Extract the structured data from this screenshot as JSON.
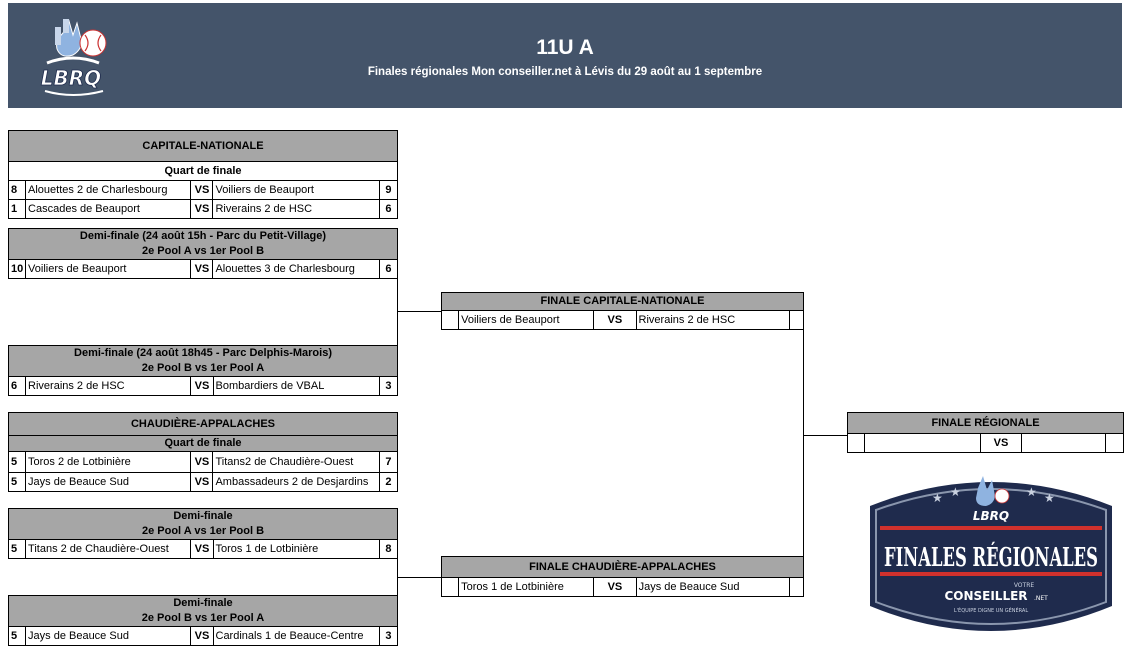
{
  "header": {
    "title": "11U A",
    "subtitle": "Finales régionales Mon conseiller.net à Lévis du 29 août au 1 septembre",
    "logo_text": "LBRQ"
  },
  "capitale": {
    "title": "CAPITALE-NATIONALE",
    "qf_label": "Quart de finale",
    "qf": [
      {
        "seed1": "8",
        "team1": "Alouettes 2 de Charlesbourg",
        "vs": "VS",
        "team2": "Voiliers de Beauport",
        "seed2": "9"
      },
      {
        "seed1": "1",
        "team1": "Cascades de Beauport",
        "vs": "VS",
        "team2": "Riverains 2 de HSC",
        "seed2": "6"
      }
    ],
    "sf1": {
      "line1": "Demi-finale (24 août 15h - Parc du Petit-Village)",
      "line2": "2e Pool A vs 1er Pool B",
      "seed1": "10",
      "team1": "Voiliers de Beauport",
      "vs": "VS",
      "team2": "Alouettes 3 de Charlesbourg",
      "seed2": "6"
    },
    "sf2": {
      "line1": "Demi-finale (24 août 18h45 - Parc Delphis-Marois)",
      "line2": "2e Pool B vs 1er Pool A",
      "seed1": "6",
      "team1": "Riverains 2 de HSC",
      "vs": "VS",
      "team2": "Bombardiers de VBAL",
      "seed2": "3"
    },
    "final": {
      "title": "FINALE CAPITALE-NATIONALE",
      "team1": "Voiliers de Beauport",
      "vs": "VS",
      "team2": "Riverains 2 de HSC"
    }
  },
  "chaudiere": {
    "title": "CHAUDIÈRE-APPALACHES",
    "qf_label": "Quart de finale",
    "qf": [
      {
        "seed1": "5",
        "team1": "Toros 2 de Lotbinière",
        "vs": "VS",
        "team2": "Titans2 de Chaudière-Ouest",
        "seed2": "7"
      },
      {
        "seed1": "5",
        "team1": "Jays de Beauce Sud",
        "vs": "VS",
        "team2": "Ambassadeurs 2 de Desjardins",
        "seed2": "2"
      }
    ],
    "sf1": {
      "line1": "Demi-finale",
      "line2": "2e Pool A vs 1er Pool B",
      "seed1": "5",
      "team1": "Titans 2 de Chaudière-Ouest",
      "vs": "VS",
      "team2": "Toros 1 de Lotbinière",
      "seed2": "8"
    },
    "sf2": {
      "line1": "Demi-finale",
      "line2": "2e Pool B vs 1er Pool A",
      "seed1": "5",
      "team1": "Jays de Beauce Sud",
      "vs": "VS",
      "team2": "Cardinals 1 de Beauce-Centre",
      "seed2": "3"
    },
    "final": {
      "title": "FINALE CHAUDIÈRE-APPALACHES",
      "team1": "Toros 1 de Lotbinière",
      "vs": "VS",
      "team2": "Jays de Beauce Sud"
    }
  },
  "regional": {
    "title": "FINALE RÉGIONALE",
    "vs": "VS"
  },
  "badge": {
    "logo_text": "LBRQ",
    "line1": "FINALES RÉGIONALES",
    "sponsor_top": "VOTRE",
    "sponsor": "CONSEILLER",
    "sponsor_suffix": ".NET",
    "tagline": "L'ÉQUIPE DIGNE UN GÉNÉRAL"
  },
  "colors": {
    "header_bg": "#44546a",
    "cell_gray": "#a6a6a6",
    "badge_navy": "#1f2b4d",
    "badge_red": "#d0312d"
  }
}
